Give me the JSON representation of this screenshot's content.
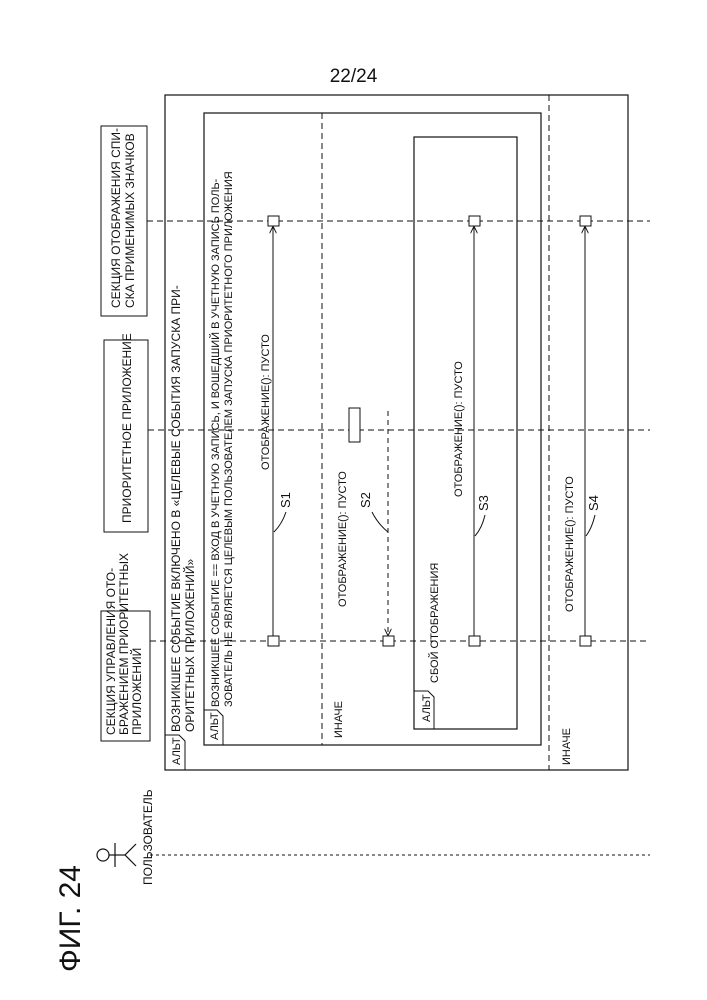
{
  "page_number": "22/24",
  "figure_label": "ФИГ. 24",
  "actors": {
    "user": "ПОЛЬЗОВАТЕЛЬ",
    "app_display_control": [
      "СЕКЦИЯ УПРАВЛЕНИЯ ОТО-",
      "БРАЖЕНИЕМ ПРИОРИТЕТНЫХ",
      "ПРИЛОЖЕНИЙ"
    ],
    "priority_app": "ПРИОРИТЕТНОЕ ПРИЛОЖЕНИЕ",
    "icon_list_display": [
      "СЕКЦИЯ ОТОБРАЖЕНИЯ СПИ-",
      "СКА ПРИМЕНИМЫХ ЗНАЧКОВ"
    ]
  },
  "outer_fragment": {
    "tag": "АЛЬТ",
    "guard": [
      "ВОЗНИКШЕЕ СОБЫТИЕ ВКЛЮЧЕНО В «ЦЕЛЕВЫЕ СОБЫТИЯ ЗАПУСКА ПРИ-",
      "ОРИТЕТНЫХ ПРИЛОЖЕНИЙ»"
    ],
    "else_label": "ИНАЧЕ"
  },
  "inner_fragment": {
    "tag": "АЛЬТ",
    "guard": [
      "ВОЗНИКШЕЕ СОБЫТИЕ == ВХОД В УЧЕТНУЮ ЗАПИСЬ, И ВОШЕДШИЙ В УЧЕТНУЮ ЗАПИСЬ ПОЛЬ-",
      "ЗОВАТЕЛЬ НЕ ЯВЛЯЕТСЯ ЦЕЛЕВЫМ ПОЛЬЗОВАТЕЛЕМ ЗАПУСКА ПРИОРИТЕТНОГО ПРИЛОЖЕНИЯ"
    ],
    "else_label": "ИНАЧЕ"
  },
  "nested_fragment": {
    "tag": "АЛЬТ",
    "guard": "СБОЙ ОТОБРАЖЕНИЯ"
  },
  "messages": [
    {
      "label": "ОТОБРАЖЕНИЕ(): ПУСТО",
      "step": "S1"
    },
    {
      "label": "ОТОБРАЖЕНИЕ(): ПУСТО",
      "step": "S2"
    },
    {
      "label": "ОТОБРАЖЕНИЕ(): ПУСТО",
      "step": "S3"
    },
    {
      "label": "ОТОБРАЖЕНИЕ(): ПУСТО",
      "step": "S4"
    }
  ]
}
